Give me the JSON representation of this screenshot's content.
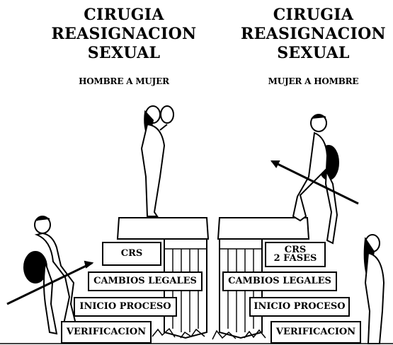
{
  "left": {
    "title_line1": "CIRUGIA",
    "title_line2": "REASIGNACION",
    "title_line3": "SEXUAL",
    "subtitle": "HOMBRE A MUJER",
    "steps": [
      "CRS",
      "CAMBIOS LEGALES",
      "INICIO PROCESO",
      "VERIFICACION"
    ]
  },
  "right": {
    "title_line1": "CIRUGIA",
    "title_line2": "REASIGNACION",
    "title_line3": "SEXUAL",
    "subtitle": "MUJER A HOMBRE",
    "steps": [
      "CRS",
      "2 FASES",
      "CAMBIOS LEGALES",
      "INICIO PROCESO",
      "VERIFICACION"
    ]
  },
  "figures": [
    {
      "name": "warrior-figure",
      "description_icon": "man-with-spear-and-shield-icon"
    },
    {
      "name": "woman-figure",
      "description_icon": "woman-holding-mirror-icon"
    },
    {
      "name": "warrior-figure",
      "description_icon": "man-with-spear-and-shield-icon"
    },
    {
      "name": "woman-figure",
      "description_icon": "woman-standing-icon"
    }
  ]
}
